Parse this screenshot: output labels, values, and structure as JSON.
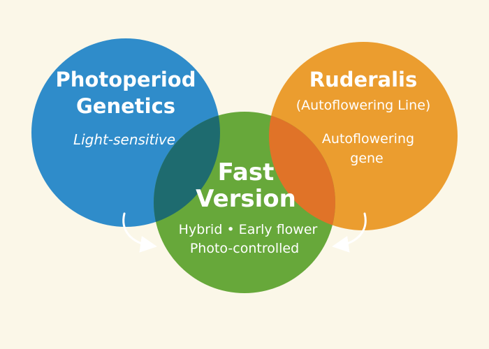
{
  "colors": {
    "background": "#fbf7e8",
    "photoperiod": "#2f8cca",
    "ruderalis": "#eb9d2f",
    "fast": "#67a83a",
    "overlap_left": "#1e6b6f",
    "overlap_right": "#e07328",
    "arrow": "#ffffff"
  },
  "photoperiod": {
    "title_line1": "Photoperiod",
    "title_line2": "Genetics",
    "trait": "Light-sensitive"
  },
  "ruderalis": {
    "title_line1": "Ruderalis",
    "title_line2": "(Autoflowering Line)",
    "trait_line1": "Autoflowering",
    "trait_line2": "gene"
  },
  "fast_version": {
    "title_line1": "Fast",
    "title_line2": "Version",
    "desc_line1": "Hybrid • Early flower",
    "desc_line2": "Photo-controlled"
  }
}
